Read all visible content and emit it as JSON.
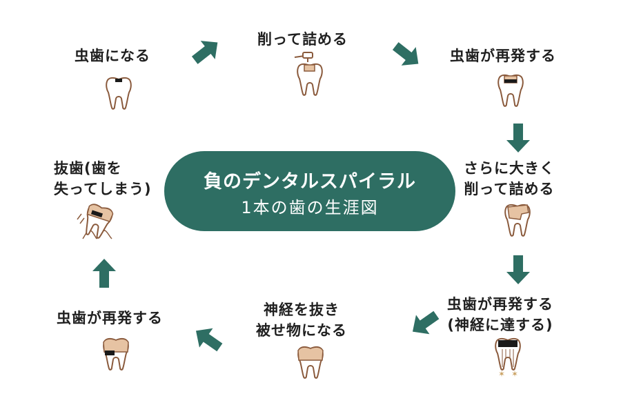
{
  "center": {
    "line1": "負のデンタルスパイラル",
    "line2": "1本の歯の生涯図"
  },
  "steps": [
    {
      "lines": [
        "虫歯になる"
      ]
    },
    {
      "lines": [
        "削って詰める"
      ]
    },
    {
      "lines": [
        "虫歯が再発する"
      ]
    },
    {
      "lines": [
        "さらに大きく",
        "削って詰める"
      ]
    },
    {
      "lines": [
        "虫歯が再発する",
        "(神経に達する)"
      ]
    },
    {
      "lines": [
        "神経を抜き",
        "被せ物になる"
      ]
    },
    {
      "lines": [
        "虫歯が再発する"
      ]
    },
    {
      "lines": [
        "抜歯(歯を",
        "失ってしまう)"
      ]
    }
  ],
  "colors": {
    "accent": "#2e6e63",
    "tooth_outline": "#8a5a3c",
    "filling": "#e6c3a3",
    "decay": "#1a1a1a"
  }
}
